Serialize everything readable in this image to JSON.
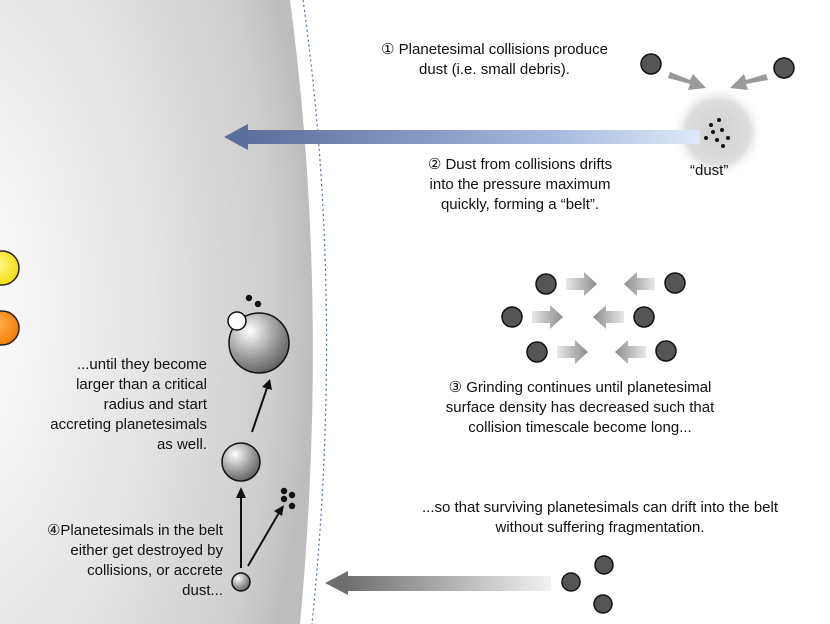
{
  "steps": {
    "step1": {
      "number": "①",
      "line1": "Planetesimal collisions produce",
      "line2": "dust (i.e. small debris)."
    },
    "step2": {
      "number": "②",
      "line1": "Dust from collisions drifts",
      "line2": "into the pressure maximum",
      "line3": "quickly, forming a “belt”."
    },
    "step3": {
      "number": "③",
      "line1": "Grinding continues until planetesimal",
      "line2": "surface density has decreased such that",
      "line3": "collision timescale become long..."
    },
    "step4": {
      "number": "④",
      "line1": "Planetesimals in the belt",
      "line2": "either get destroyed by",
      "line3": "collisions, or accrete",
      "line4": "dust..."
    }
  },
  "dust_label": "“dust”",
  "surviving_text": {
    "line1": "...so that surviving planetesimals can drift into the belt",
    "line2": "without suffering fragmentation."
  },
  "growth_text": {
    "line1": "...until they become",
    "line2": "larger than a critical",
    "line3": "radius and start",
    "line4": "accreting planetesimals",
    "line5": "as well."
  },
  "colors": {
    "planetesimal": "#555555",
    "arrow_gray": "#999999",
    "drift_arrow": "#5a6f9a",
    "belt_gray": "#c8c8c8",
    "boundary": "#4a6fb5",
    "yellow_body": "#ffee00",
    "orange_body": "#ff8c00"
  }
}
